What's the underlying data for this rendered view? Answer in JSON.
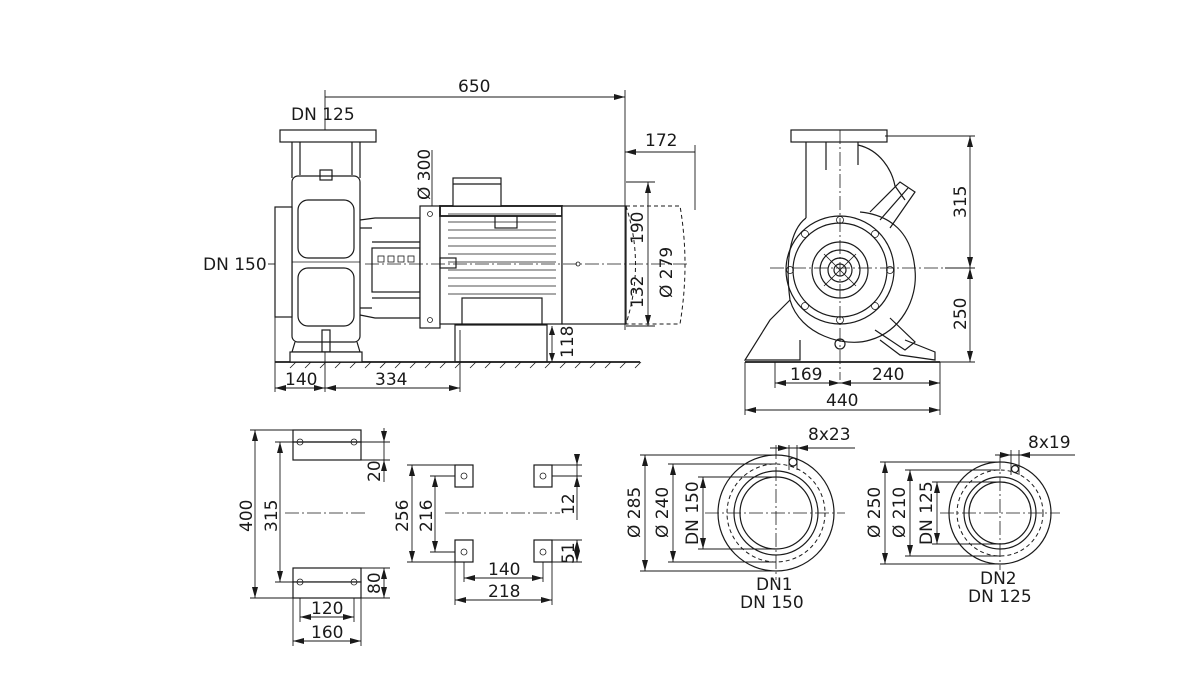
{
  "side_view": {
    "top_flange_label": "DN 125",
    "inlet_label": "DN 150",
    "overall_length": "650",
    "motor_overhang": "172",
    "motor_diameter": "Ø 300",
    "upper_height": "190",
    "lower_height": "132",
    "fan_diameter": "Ø 279",
    "foot_height": "118",
    "base_left": "140",
    "base_span": "334"
  },
  "end_view": {
    "upper_height": "315",
    "lower_height": "250",
    "left_width": "169",
    "right_width": "240",
    "total_width": "440"
  },
  "pump_foot": {
    "total_height": "400",
    "hole_span": "315",
    "top_thickness": "20",
    "bottom_thickness": "80",
    "inner_width": "120",
    "outer_width": "160"
  },
  "motor_foot": {
    "total_height": "256",
    "hole_span": "216",
    "top_thickness": "12",
    "bottom_thickness": "51",
    "inner_width": "140",
    "outer_width": "218"
  },
  "flange_dn1": {
    "bolt_holes": "8x23",
    "outer_diameter": "Ø 285",
    "bolt_circle": "Ø 240",
    "bore": "DN 150",
    "caption_line1": "DN1",
    "caption_line2": "DN 150"
  },
  "flange_dn2": {
    "bolt_holes": "8x19",
    "outer_diameter": "Ø 250",
    "bolt_circle": "Ø 210",
    "bore": "DN 125",
    "caption_line1": "DN2",
    "caption_line2": "DN 125"
  }
}
